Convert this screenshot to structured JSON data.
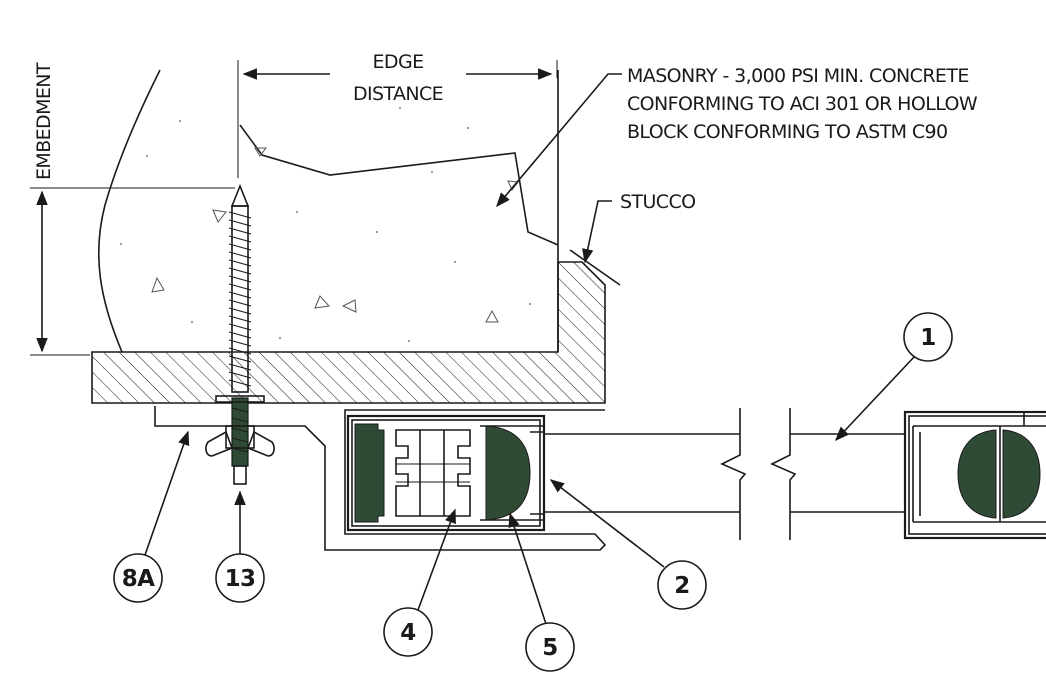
{
  "dimensions": {
    "embedment": "EMBEDMENT",
    "edge_distance_line1": "EDGE",
    "edge_distance_line2": "DISTANCE"
  },
  "notes": {
    "masonry_line1": "MASONRY - 3,000 PSI MIN. CONCRETE",
    "masonry_line2": "CONFORMING TO ACI 301 OR HOLLOW",
    "masonry_line3": "BLOCK CONFORMING TO ASTM C90",
    "stucco": "STUCCO"
  },
  "callouts": {
    "c1": "1",
    "c2": "2",
    "c4": "4",
    "c5": "5",
    "c8a": "8A",
    "c13": "13"
  },
  "colors": {
    "ink": "#1a1a1a",
    "seal_fill": "#2f4a35"
  }
}
